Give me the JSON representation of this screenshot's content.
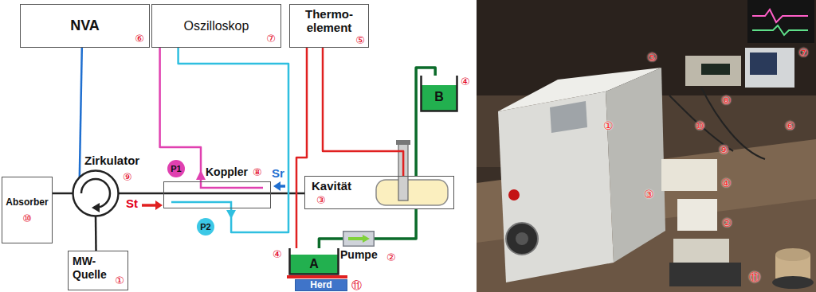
{
  "diagram": {
    "nodes": [
      {
        "text": [
          "NVA",
          "⑥"
        ]
      },
      {
        "text": [
          "Oszilloskop",
          "⑦"
        ]
      },
      {
        "text": [
          "Thermo- element",
          "⑤"
        ]
      },
      {
        "text": [
          "B",
          "④"
        ]
      },
      {
        "text": [
          "Zirkulator",
          "⑨"
        ]
      },
      {
        "text": [
          "P1"
        ]
      },
      {
        "text": [
          "Koppler",
          "⑧"
        ]
      },
      {
        "text": [
          "Kavität",
          "③"
        ]
      },
      {
        "text": [
          "Absorber",
          "⑩"
        ]
      },
      {
        "text": [
          "P2"
        ]
      },
      {
        "text": [
          "Pumpe",
          "②"
        ]
      },
      {
        "text": [
          "MW- Quelle",
          "①"
        ]
      },
      {
        "text": [
          "A",
          "④"
        ]
      },
      {
        "text": [
          "Herd",
          "⑪"
        ]
      }
    ],
    "edges": [
      {
        "from": 0,
        "to": 4,
        "arrow": "none"
      },
      {
        "from": 8,
        "to": 4,
        "arrow": "none"
      },
      {
        "from": 4,
        "to": 11,
        "arrow": "none"
      },
      {
        "from": 4,
        "to": 6,
        "arrow": "none"
      },
      {
        "from": 6,
        "to": 7,
        "arrow": "none"
      },
      {
        "from": 1,
        "to": 6,
        "arrow": "none"
      },
      {
        "from": 1,
        "to": 6,
        "arrow": "none"
      },
      {
        "from": 2,
        "to": 7,
        "arrow": "none"
      },
      {
        "from": 2,
        "to": 12,
        "arrow": "none"
      },
      {
        "from": 12,
        "to": 10,
        "arrow": "none"
      },
      {
        "from": 10,
        "to": 7,
        "arrow": "none"
      },
      {
        "from": 7,
        "to": 3,
        "arrow": "none"
      }
    ],
    "labels": [
      "St",
      "Sr",
      "⑦",
      "⑤",
      "①",
      "⑧",
      "⑩",
      "⑥",
      "⑨",
      "④",
      "③",
      "②",
      "⑪"
    ]
  }
}
